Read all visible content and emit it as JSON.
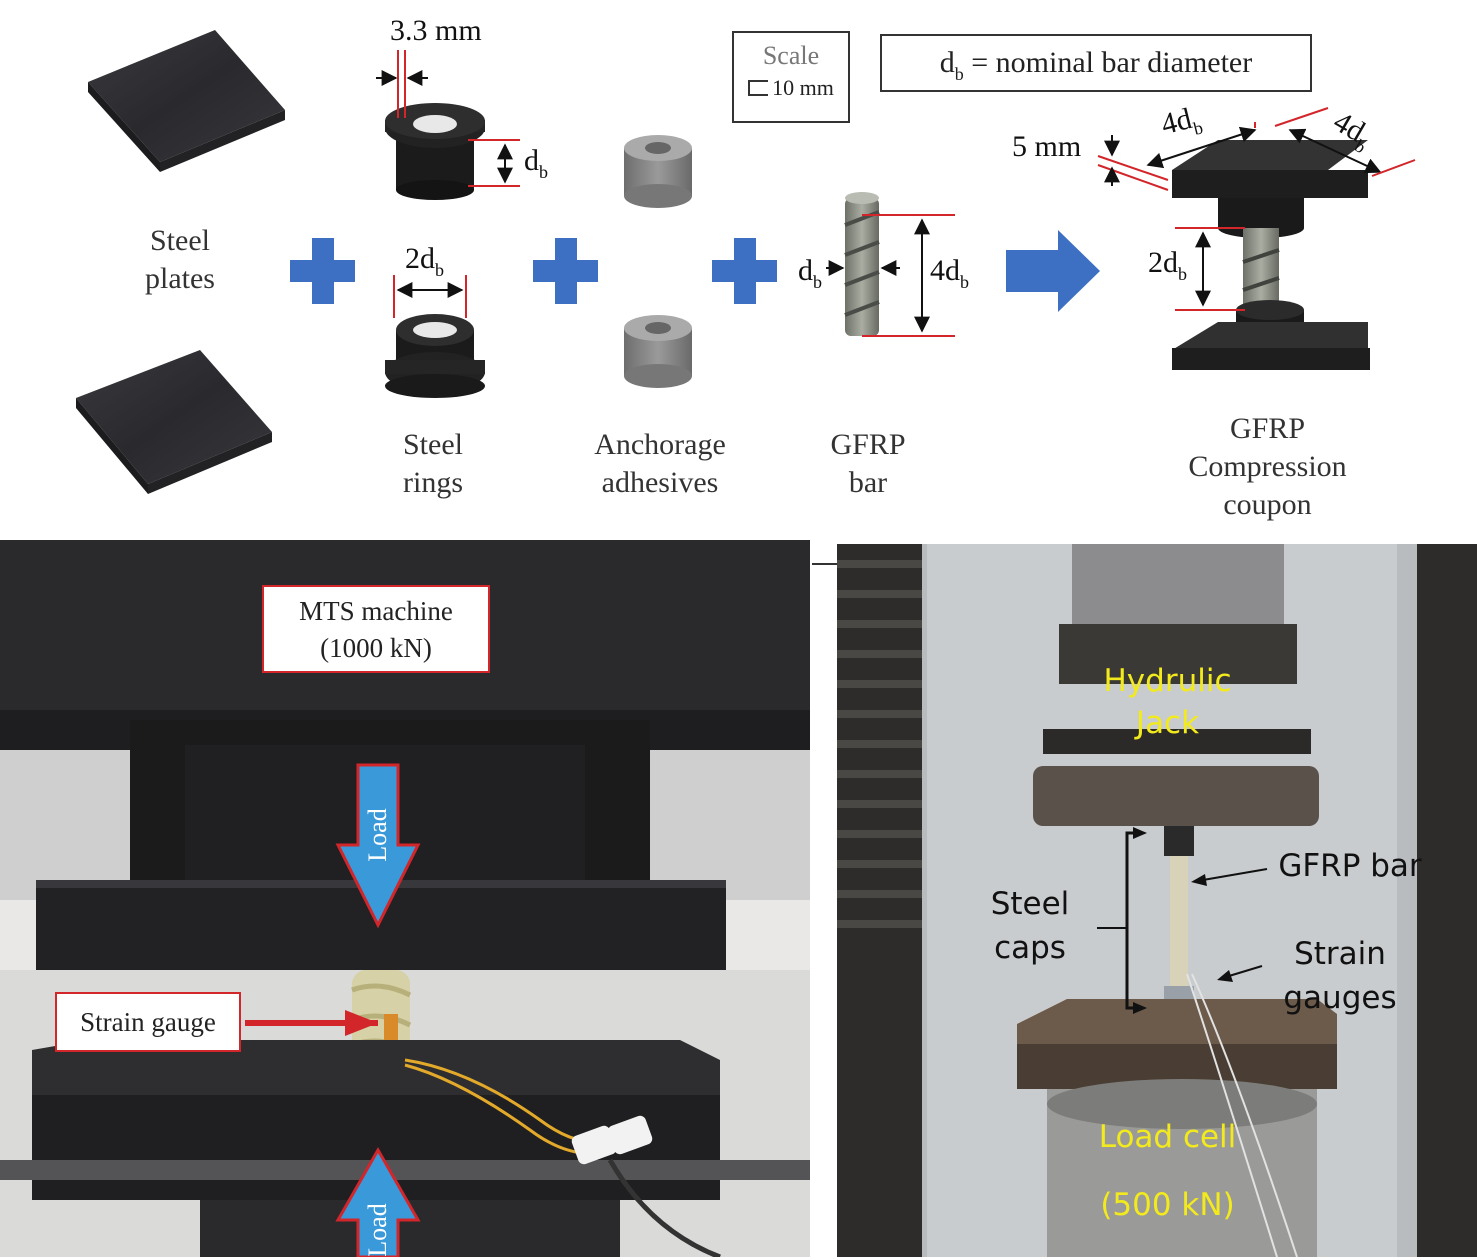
{
  "top_diagram": {
    "labels": {
      "steel_plates": "Steel\nplates",
      "steel_rings": "Steel\nrings",
      "anchorage_adhesives": "Anchorage\nadhesives",
      "gfrp_bar": "GFRP\nbar",
      "gfrp_coupon": "GFRP\nCompression\ncoupon"
    },
    "dimensions": {
      "ring_thickness": "3.3 mm",
      "db": "d",
      "db_sub": "b",
      "two_db": "2d",
      "four_db": "4d",
      "plate_thickness": "5 mm"
    },
    "scale_box": {
      "title": "Scale",
      "value": "10 mm"
    },
    "legend_box": {
      "symbol": "d",
      "symbol_sub": "b",
      "text": "= nominal bar diameter"
    },
    "colors": {
      "plus": "#3d6fc2",
      "arrow": "#3d6fc2",
      "dim_line": "#d2262b"
    }
  },
  "left_photo": {
    "machine_label": "MTS machine\n(1000 kN)",
    "strain_gauge_label": "Strain gauge",
    "load_label": "Load",
    "colors": {
      "load_arrow": "#3a9ad9",
      "label_border": "#d2262b"
    }
  },
  "right_photo": {
    "hydraulic_jack": "Hydrulic\nJack",
    "gfrp_bar": "GFRP bar",
    "steel_caps": "Steel\ncaps",
    "strain_gauges": "Strain\ngauges",
    "load_cell": "Load cell",
    "load_cell_capacity": "(500 kN)",
    "colors": {
      "yellow_text": "#f2ea1c"
    }
  }
}
